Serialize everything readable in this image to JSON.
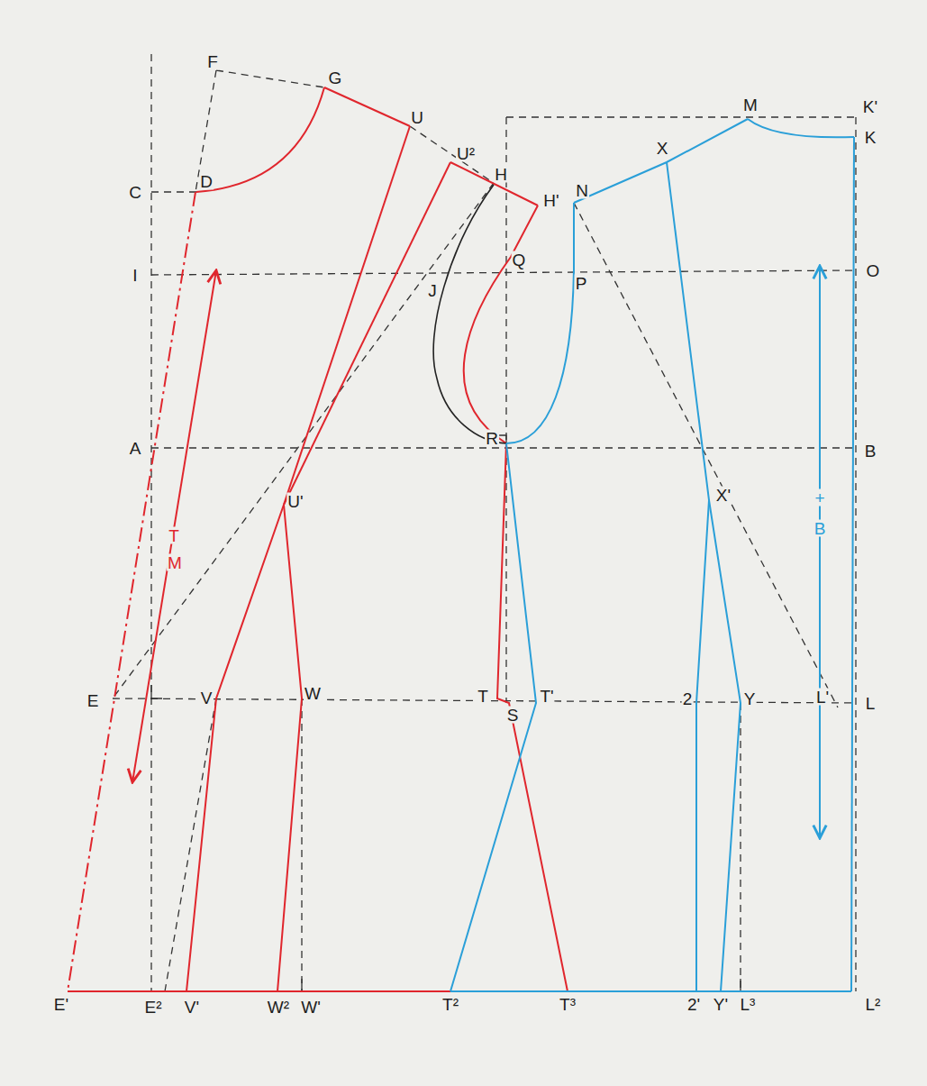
{
  "diagram": {
    "labels": [
      "F",
      "G",
      "U",
      "U²",
      "H",
      "H'",
      "N",
      "X",
      "M",
      "K'",
      "K",
      "C",
      "D",
      "I",
      "J",
      "Q",
      "P",
      "O",
      "A",
      "R",
      "B",
      "U'",
      "X'",
      "T",
      "M",
      "+",
      "B",
      "E",
      "V",
      "W",
      "T",
      "S",
      "T'",
      "2",
      "Y",
      "L'",
      "L",
      "E'",
      "E²",
      "V'",
      "W²",
      "W'",
      "T²",
      "T³",
      "2'",
      "Y'",
      "L³",
      "L²"
    ]
  }
}
